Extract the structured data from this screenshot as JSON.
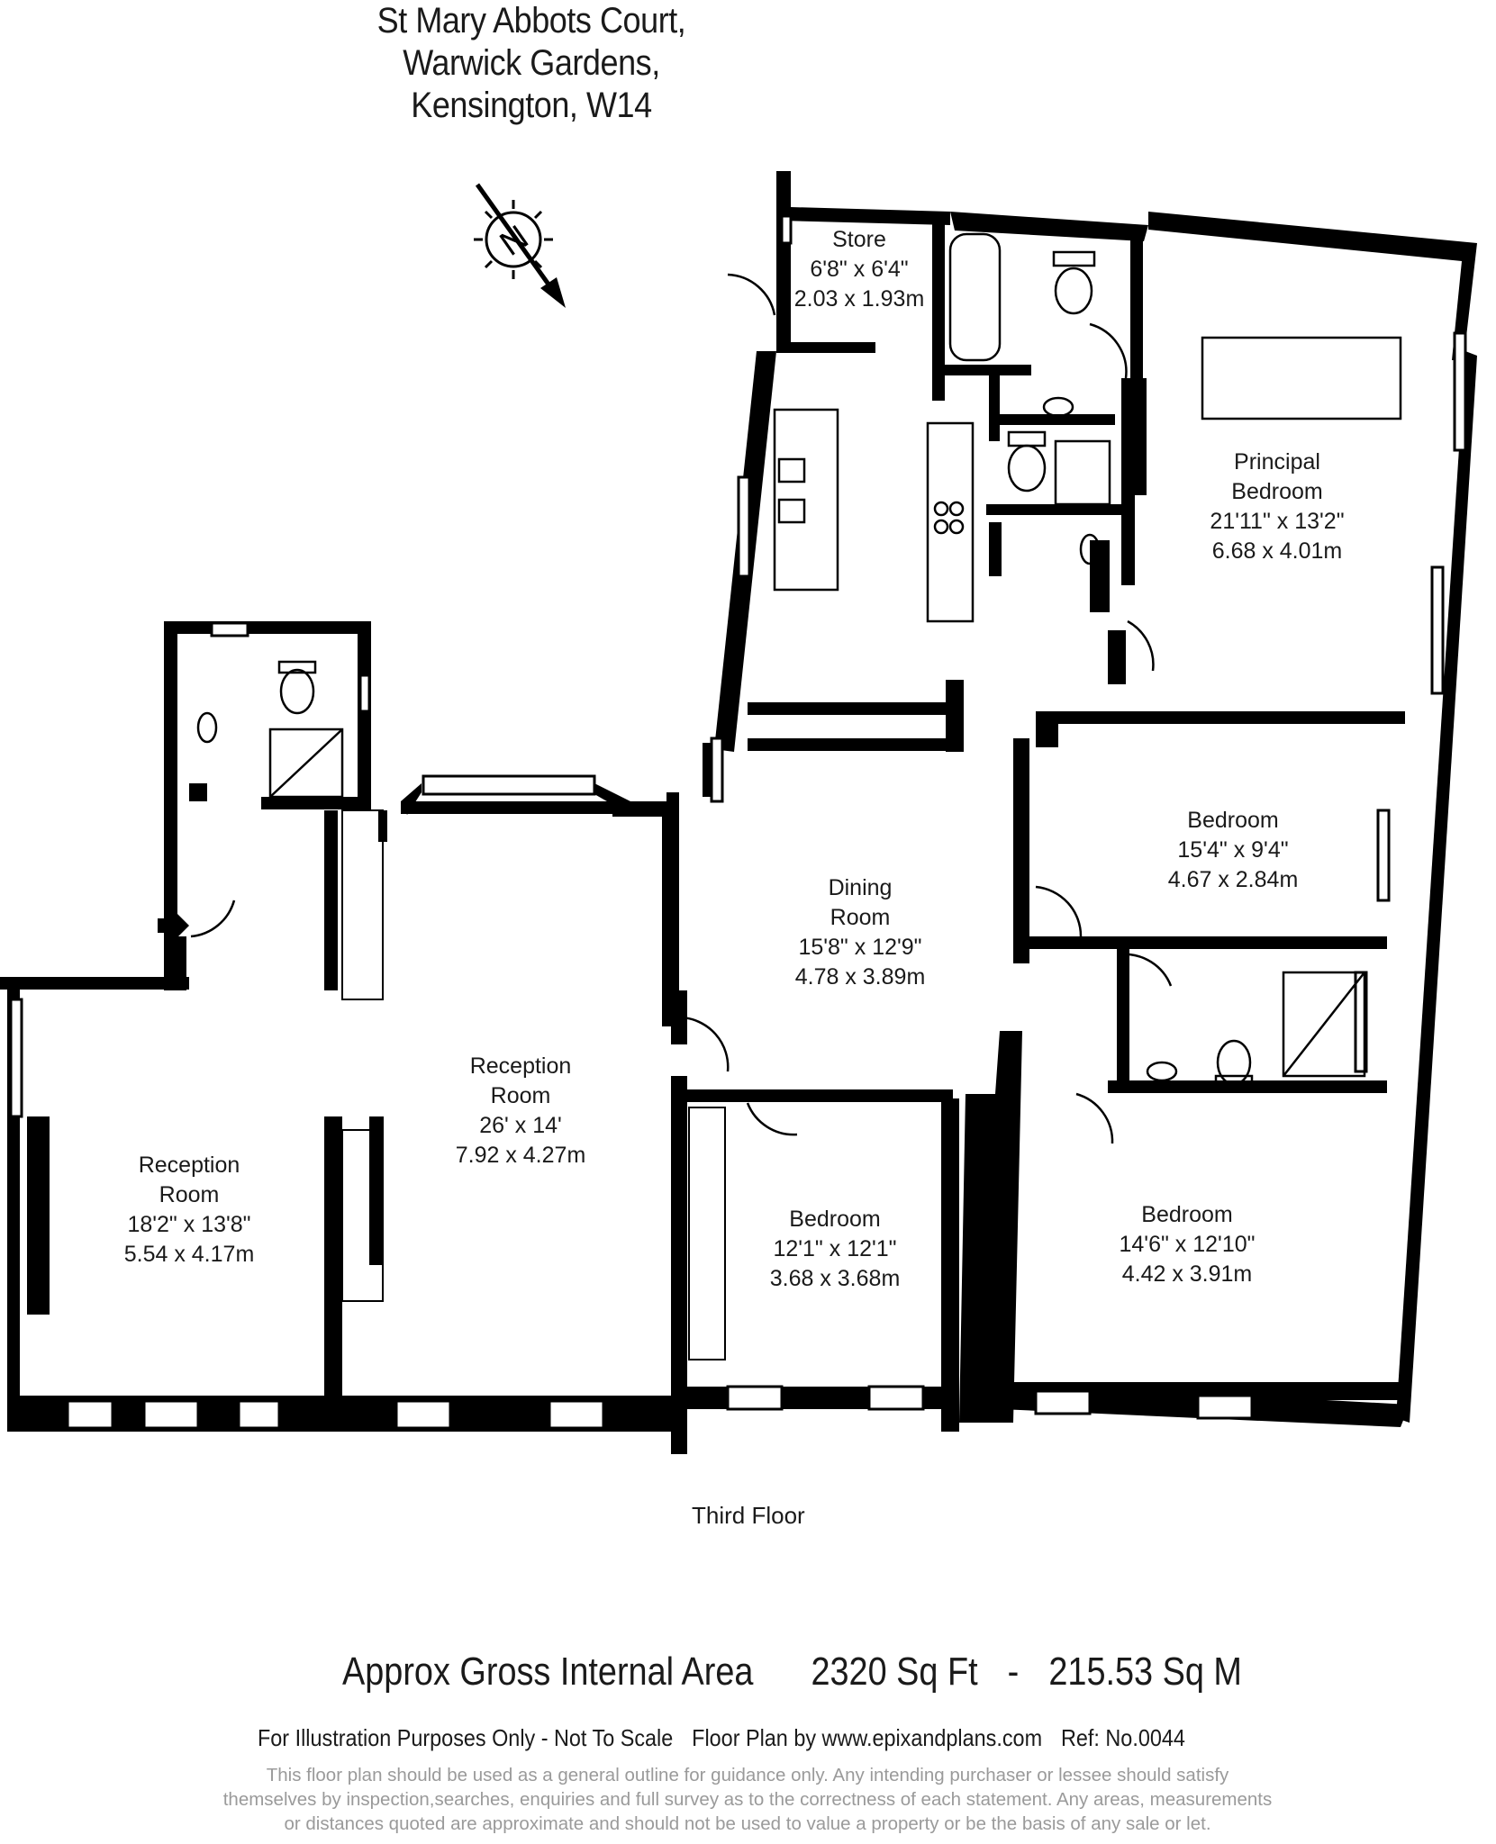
{
  "address": {
    "lines": [
      "St Mary Abbots Court,",
      "Warwick Gardens,",
      "Kensington, W14"
    ]
  },
  "compass": {
    "letter": "N"
  },
  "rooms": [
    {
      "key": "store",
      "name_lines": [
        "Store"
      ],
      "imperial": "6'8\" x 6'4\"",
      "metric": "2.03 x 1.93m"
    },
    {
      "key": "principal_bedroom",
      "name_lines": [
        "Principal",
        "Bedroom"
      ],
      "imperial": "21'11\" x 13'2\"",
      "metric": "6.68 x 4.01m"
    },
    {
      "key": "bedroom_2",
      "name_lines": [
        "Bedroom"
      ],
      "imperial": "15'4\" x 9'4\"",
      "metric": "4.67 x 2.84m"
    },
    {
      "key": "dining_room",
      "name_lines": [
        "Dining",
        "Room"
      ],
      "imperial": "15'8\" x 12'9\"",
      "metric": "4.78 x 3.89m"
    },
    {
      "key": "reception_room_large",
      "name_lines": [
        "Reception",
        "Room"
      ],
      "imperial": "26' x 14'",
      "metric": "7.92 x 4.27m"
    },
    {
      "key": "reception_room_small",
      "name_lines": [
        "Reception",
        "Room"
      ],
      "imperial": "18'2\" x 13'8\"",
      "metric": "5.54 x 4.17m"
    },
    {
      "key": "bedroom_3",
      "name_lines": [
        "Bedroom"
      ],
      "imperial": "12'1\" x 12'1\"",
      "metric": "3.68 x 3.68m"
    },
    {
      "key": "bedroom_4",
      "name_lines": [
        "Bedroom"
      ],
      "imperial": "14'6\" x 12'10\"",
      "metric": "4.42 x 3.91m"
    }
  ],
  "floor_name": "Third Floor",
  "area": {
    "label": "Approx Gross Internal Area",
    "sq_ft": "2320 Sq Ft",
    "separator": "-",
    "sq_m": "215.53 Sq M"
  },
  "credits": {
    "illustration": "For Illustration Purposes Only - Not To Scale",
    "plan_by": "Floor Plan by www.epixandplans.com",
    "ref": "Ref: No.0044"
  },
  "disclaimer_lines": [
    "This floor plan should be used as a general outline for guidance only. Any intending purchaser or lessee should satisfy",
    "themselves by inspection,searches, enquiries and full survey as to the correctness of each statement. Any areas, measurements",
    "or distances quoted are approximate and should not be used to value a property or be the basis of any sale or let."
  ],
  "colors": {
    "wall": "#000000",
    "text": "#1a1a1a",
    "disclaimer": "#9a9a9a",
    "background": "#ffffff"
  }
}
